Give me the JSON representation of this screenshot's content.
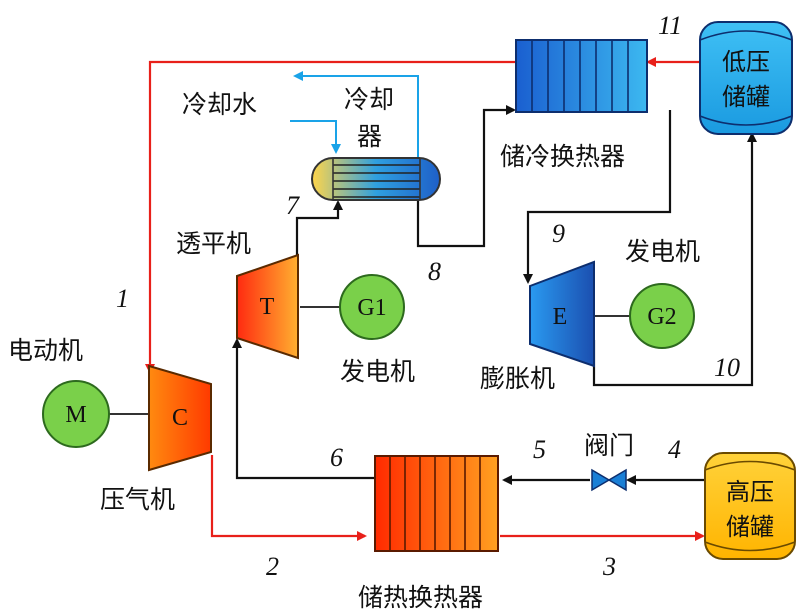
{
  "equipment": {
    "motor": "M",
    "motor_label": "电动机",
    "compressor": "C",
    "compressor_label": "压气机",
    "turbine": "T",
    "turbine_label": "透平机",
    "generator1": "G1",
    "generator1_label": "发电机",
    "expander": "E",
    "expander_label": "膨胀机",
    "generator2": "G2",
    "generator2_label": "发电机",
    "cooler_label_line1": "冷却",
    "cooler_label_line2": "器",
    "cooling_water": "冷却水",
    "cold_hx_label": "储冷换热器",
    "hot_hx_label": "储热换热器",
    "lp_tank_line1": "低压",
    "lp_tank_line2": "储罐",
    "hp_tank_line1": "高压",
    "hp_tank_line2": "储罐",
    "valve_label": "阀门"
  },
  "states": [
    "1",
    "2",
    "3",
    "4",
    "5",
    "6",
    "7",
    "8",
    "9",
    "10",
    "11"
  ],
  "colors": {
    "red_line": "#e8201a",
    "blue_line": "#1aa3e8",
    "machine_green": "#7ad04a",
    "hot_orange": "#ff6a00",
    "cold_blue": "#1e74d9",
    "tank_yellow": "#ffc000",
    "tank_blue": "#1fa8e6"
  }
}
